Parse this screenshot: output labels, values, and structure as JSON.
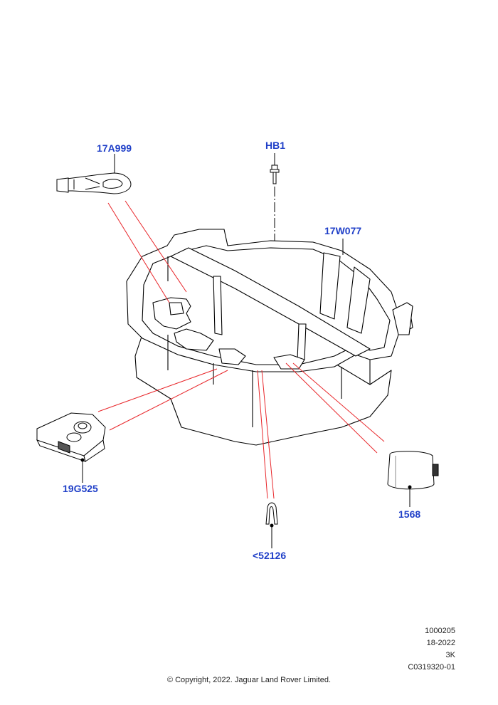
{
  "callouts": {
    "hb1": "HB1",
    "p17a999": "17A999",
    "p17w077": "17W077",
    "p19g525": "19G525",
    "p1568": "1568",
    "p52126": "<52126"
  },
  "footer": {
    "ref1": "1000205",
    "ref2": "18-2022",
    "ref3": "3K",
    "ref4": "C0319320-01",
    "copyright": "© Copyright, 2022. Jaguar Land Rover Limited."
  },
  "colors": {
    "callout_text": "#1f3fc8",
    "leader_line": "#e8262a",
    "outline": "#000000"
  }
}
